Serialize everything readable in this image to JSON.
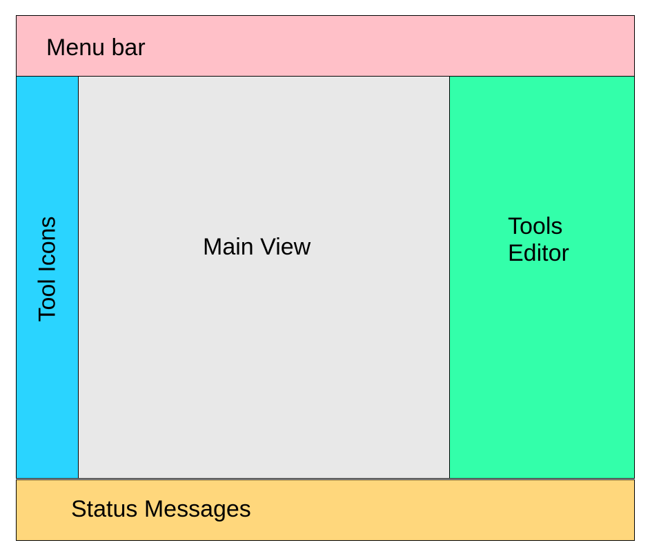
{
  "panels": {
    "menu_bar": {
      "label": "Menu bar",
      "color": "#ffc0c8"
    },
    "tool_icons": {
      "label": "Tool Icons",
      "color": "#2ad4ff"
    },
    "main_view": {
      "label": "Main View",
      "color": "#e8e8e8"
    },
    "tools_editor": {
      "label_line1": "Tools",
      "label_line2": "Editor",
      "color": "#33ffaa"
    },
    "status_messages": {
      "label": "Status Messages",
      "color": "#ffd77c"
    }
  }
}
